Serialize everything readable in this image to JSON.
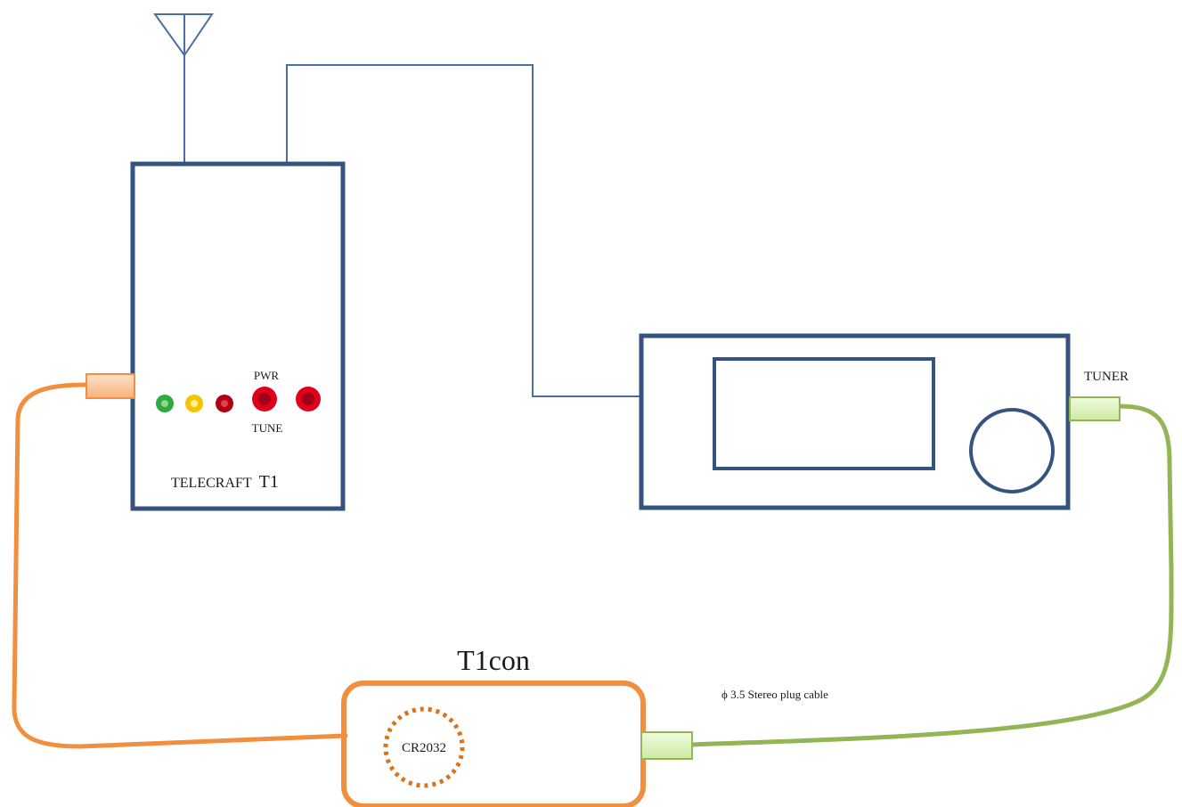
{
  "diagram": {
    "t1_unit": {
      "name_prefix": "TELECRAFT",
      "name_model": "T1",
      "pwr_label": "PWR",
      "tune_label": "TUNE",
      "leds": [
        "green",
        "yellow",
        "dark-red"
      ],
      "buttons": [
        "pwr",
        "tune"
      ]
    },
    "rig": {
      "port_label": "TUNER"
    },
    "controller": {
      "title": "T1con",
      "battery_label": "CR2032"
    },
    "cable": {
      "label": "ϕ 3.5 Stereo plug cable"
    },
    "colors": {
      "box_stroke": "#34537e",
      "wire": "#4a6fa5",
      "orange_cable": "#f28f3f",
      "green_cable": "#92b556",
      "orange_plug_fill": "#fcd3b1",
      "green_plug_fill": "#e3f7c4",
      "battery_dots": "#d9731c",
      "led_green": "#2eaa3f",
      "led_yellow": "#f5c400",
      "led_dark_red": "#b00012",
      "button_red": "#e0001b"
    }
  }
}
